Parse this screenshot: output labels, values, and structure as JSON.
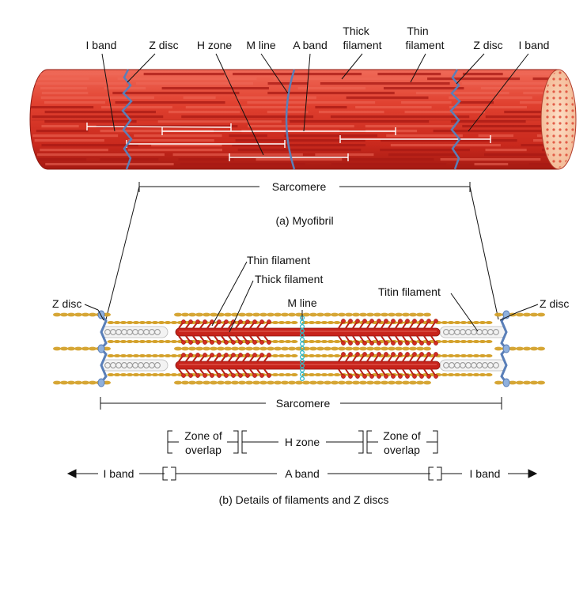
{
  "top": {
    "labels": {
      "i_band_left": "I band",
      "z_disc_left": "Z disc",
      "h_zone": "H zone",
      "m_line": "M line",
      "a_band": "A band",
      "thick_l1": "Thick",
      "thick_l2": "filament",
      "thin_l1": "Thin",
      "thin_l2": "filament",
      "z_disc_right": "Z disc",
      "i_band_right": "I band"
    },
    "sarcomere": "Sarcomere",
    "caption": "(a) Myofibril"
  },
  "bottom": {
    "labels": {
      "thin_filament": "Thin filament",
      "thick_filament": "Thick filament",
      "m_line": "M line",
      "titin_filament": "Titin filament",
      "z_disc_left": "Z disc",
      "z_disc_right": "Z disc"
    },
    "sarcomere": "Sarcomere",
    "zone_overlap_l1": "Zone of",
    "zone_overlap_l2": "overlap",
    "h_zone": "H zone",
    "i_band_left": "I band",
    "a_band": "A band",
    "i_band_right": "I band",
    "caption": "(b) Details of filaments and Z discs"
  },
  "colors": {
    "muscle_red": "#d9382b",
    "muscle_dark": "#a81a14",
    "muscle_light": "#ee6a5a",
    "z_disc_blue": "#5a7fb8",
    "titin_gray": "#9a9a9a",
    "myosin_red": "#c7231b",
    "actin_gold": "#d4a12a",
    "m_line_cyan": "#2fb7c4",
    "end_cap": "#f6c9a8"
  }
}
